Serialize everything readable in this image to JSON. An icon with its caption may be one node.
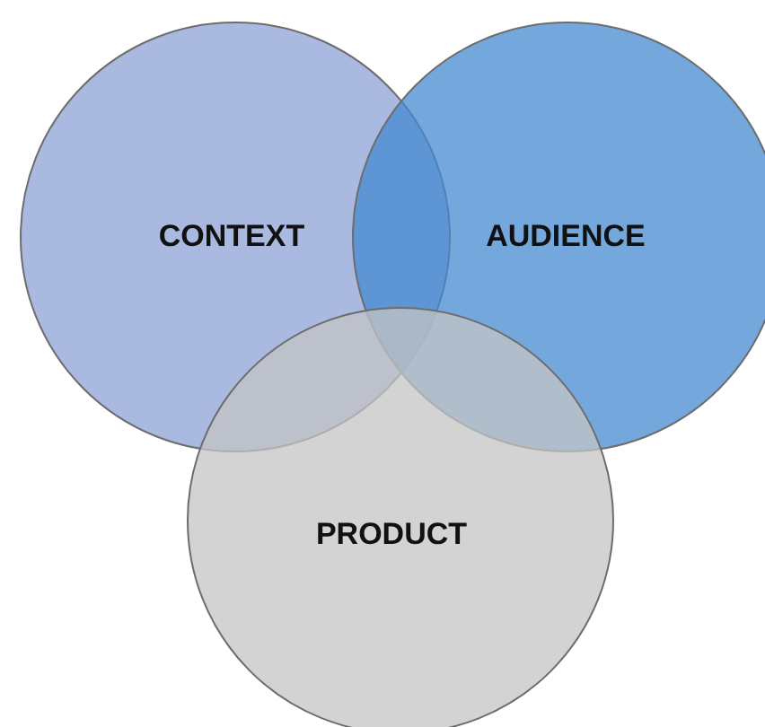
{
  "diagram": {
    "nodes": [
      {
        "text": [
          "CONTEXT"
        ]
      },
      {
        "text": [
          "AUDIENCE"
        ]
      },
      {
        "text": [
          "PRODUCT"
        ]
      }
    ]
  }
}
